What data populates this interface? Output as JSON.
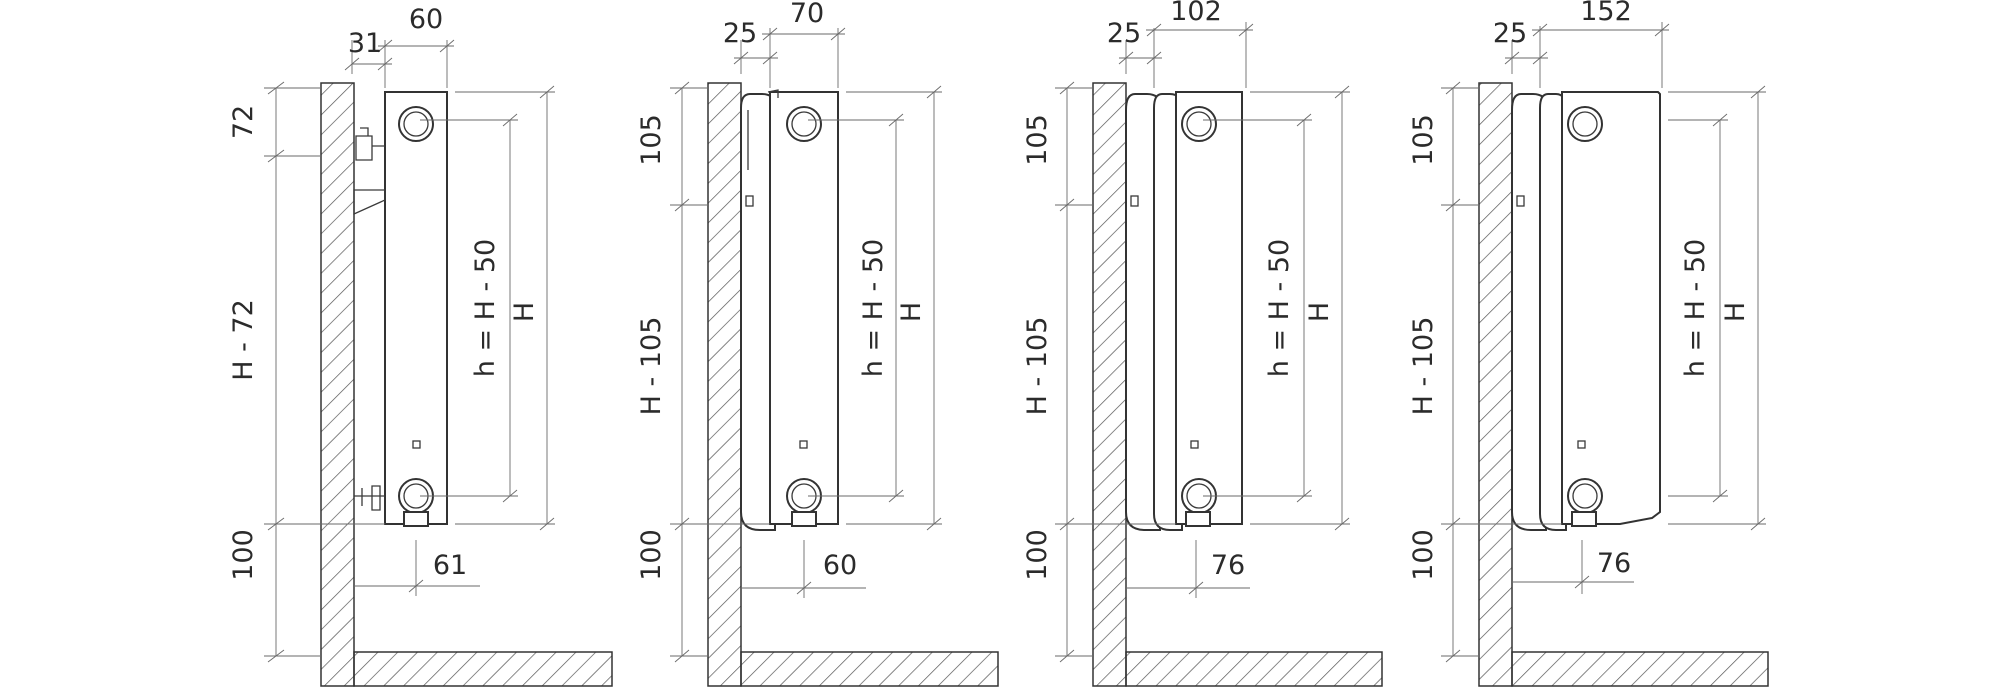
{
  "diagram": {
    "stroke_color": "#333333",
    "background": "#ffffff",
    "panels": [
      {
        "id": "type-10",
        "top_width": "60",
        "wall_gap": "31",
        "left_top": "72",
        "left_middle": "H - 72",
        "left_bottom": "100",
        "inner_height": "h = H - 50",
        "total_height": "H",
        "pipe_distance": "61"
      },
      {
        "id": "type-11",
        "top_width": "70",
        "wall_gap": "25",
        "left_top": "105",
        "left_middle": "H - 105",
        "left_bottom": "100",
        "inner_height": "h = H - 50",
        "total_height": "H",
        "pipe_distance": "60"
      },
      {
        "id": "type-21",
        "top_width": "102",
        "wall_gap": "25",
        "left_top": "105",
        "left_middle": "H - 105",
        "left_bottom": "100",
        "inner_height": "h = H - 50",
        "total_height": "H",
        "pipe_distance": "76"
      },
      {
        "id": "type-22",
        "top_width": "152",
        "wall_gap": "25",
        "left_top": "105",
        "left_middle": "H - 105",
        "left_bottom": "100",
        "inner_height": "h = H - 50",
        "total_height": "H",
        "pipe_distance": "76"
      }
    ]
  }
}
